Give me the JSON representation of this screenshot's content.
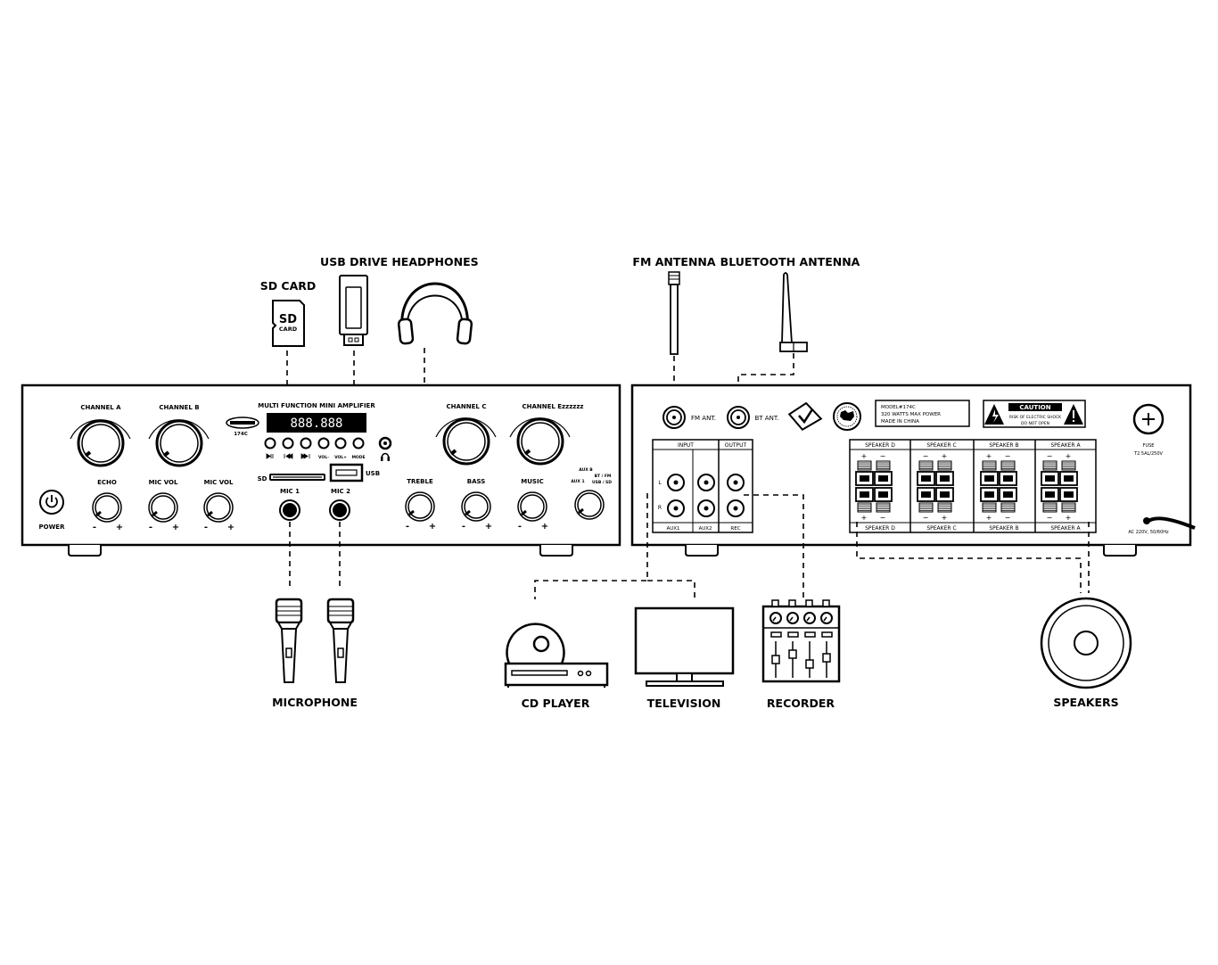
{
  "labels": {
    "sd_card": "SD CARD",
    "usb_drive": "USB DRIVE",
    "headphones": "HEADPHONES",
    "fm_antenna": "FM ANTENNA",
    "bluetooth_antenna": "BLUETOOTH ANTENNA",
    "microphone": "MICROPHONE",
    "cd_player": "CD PLAYER",
    "television": "TELEVISION",
    "recorder": "RECORDER",
    "speakers": "SPEAKERS"
  },
  "sd_card_text": {
    "top": "SD",
    "bottom": "CARD"
  },
  "front": {
    "channel_a": "CHANNEL  A",
    "channel_b": "CHANNEL  B",
    "channel_c": "CHANNEL  C",
    "channel_e": "CHANNEL  Ezzzzzz",
    "title": "MULTI FUNCTION MINI AMPLIFIER",
    "display": "888.888",
    "model": "174C",
    "echo": "ECHO",
    "mic_vol_1": "MIC VOL",
    "mic_vol_2": "MIC VOL",
    "treble": "TREBLE",
    "bass": "BASS",
    "music": "MUSIC",
    "power": "POWER",
    "mic1": "MIC 1",
    "mic2": "MIC 2",
    "sd": "SD",
    "usb": "USB",
    "aux_b": "AUX B",
    "aux_1": "AUX 1",
    "bt_fm": "BT / FM",
    "usb_sd": "USB / SD",
    "vol_minus": "VOL-",
    "vol_plus": "VOL+",
    "mode": "MODE",
    "minus": "-",
    "plus": "+"
  },
  "rear": {
    "fm_ant": "FM ANT.",
    "bt_ant": "BT ANT.",
    "model_line1": "MODEL#174C",
    "model_line2": "320 WATTS MAX POWER",
    "model_line3": "MADE IN CHINA",
    "caution": "CAUTION",
    "caution_line1": "RISK OF ELECTRIC SHOCK",
    "caution_line2": "DO NOT OPEN",
    "input": "INPUT",
    "output": "OUTPUT",
    "aux1": "AUX1",
    "aux2": "AUX2",
    "rec": "REC",
    "left": "L",
    "right": "R",
    "speaker_d": "SPEAKER D",
    "speaker_c": "SPEAKER C",
    "speaker_b": "SPEAKER B",
    "speaker_a": "SPEAKER A",
    "fuse": "FUSE",
    "fuse_rating": "T2.5AL/250V",
    "ac": "AC 220V, 50/60Hz",
    "minus": "−",
    "plus": "+"
  }
}
